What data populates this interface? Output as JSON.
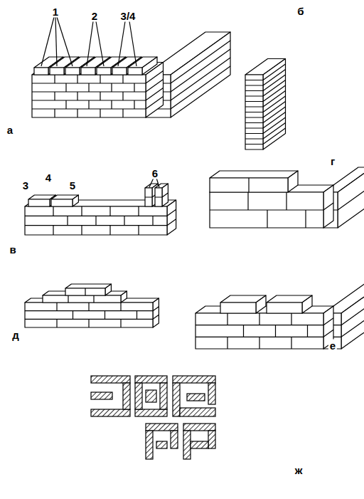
{
  "diagram": {
    "labels": [
      "1",
      "2",
      "3/4",
      "б",
      "а",
      "г",
      "3",
      "4",
      "5",
      "6",
      "в",
      "д",
      "е",
      "ж"
    ]
  }
}
